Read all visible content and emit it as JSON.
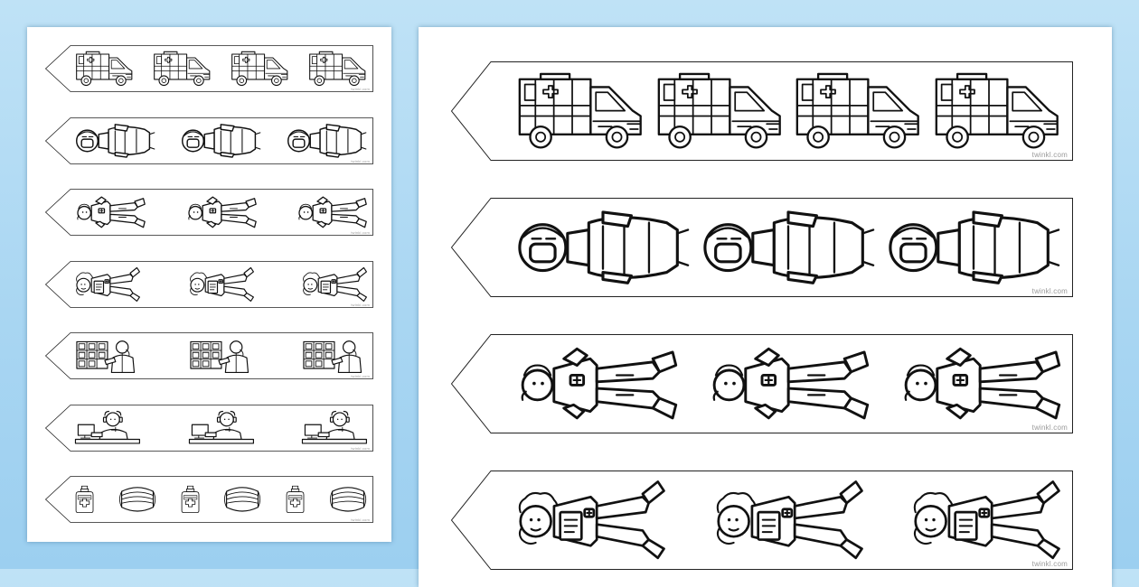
{
  "sheets": [
    {
      "id": "small",
      "bookmarks": [
        {
          "art": "ambulance",
          "count": 4,
          "watermark": "twinkl.com"
        },
        {
          "art": "masked-doctor",
          "count": 3,
          "watermark": "twinkl.com"
        },
        {
          "art": "paramedic",
          "count": 3,
          "watermark": "twinkl.com"
        },
        {
          "art": "nurse-clipboard",
          "count": 3,
          "watermark": "twinkl.com"
        },
        {
          "art": "pharmacist-shelves",
          "count": 3,
          "watermark": "twinkl.com"
        },
        {
          "art": "call-handler",
          "count": 3,
          "watermark": "twinkl.com"
        },
        {
          "art": "sanitiser-and-mask",
          "count": 3,
          "watermark": "twinkl.com"
        }
      ]
    },
    {
      "id": "large",
      "bookmarks": [
        {
          "art": "ambulance",
          "count": 4,
          "watermark": "twinkl.com"
        },
        {
          "art": "masked-doctor",
          "count": 3,
          "watermark": "twinkl.com"
        },
        {
          "art": "paramedic",
          "count": 3,
          "watermark": "twinkl.com"
        },
        {
          "art": "nurse-clipboard",
          "count": 3,
          "watermark": "twinkl.com"
        }
      ]
    }
  ]
}
